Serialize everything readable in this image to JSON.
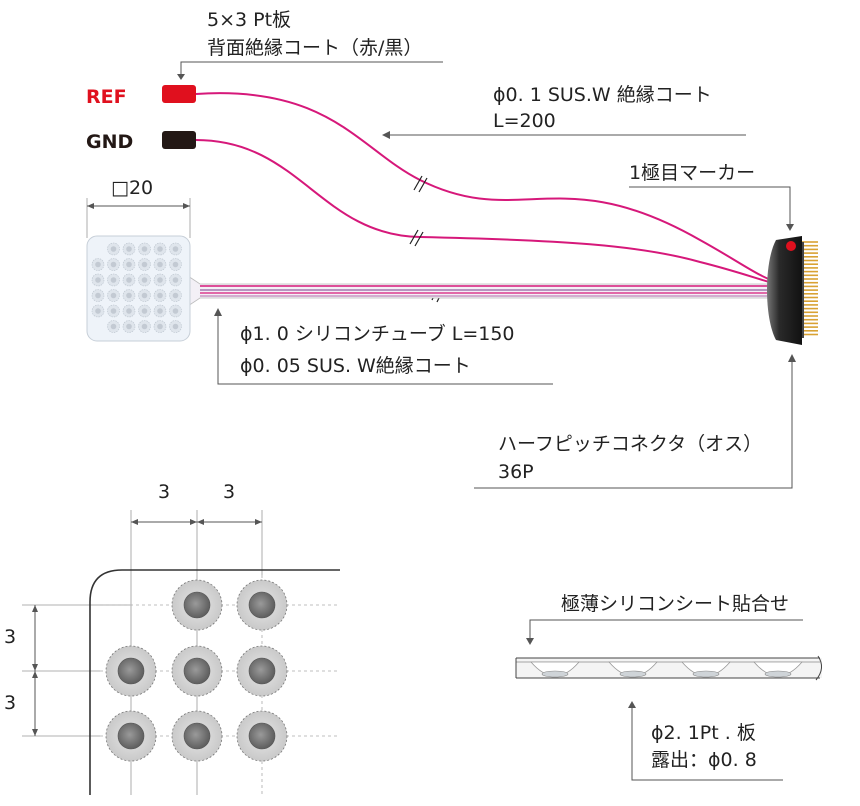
{
  "colors": {
    "wire": "#d6187a",
    "ref_plug": "#e0101e",
    "gnd_plug": "#231815",
    "ref_text": "#e0101e",
    "gnd_text": "#231815",
    "connector_body": "#1e1e1e",
    "marker": "#e0101e",
    "pins": "#d9a233"
  },
  "labels": {
    "plate": "5×3 Pt板",
    "plate_coating": "背面絶縁コート（赤/黒）",
    "ref": "REF",
    "gnd": "GND",
    "wire_spec": "ϕ0. 1 SUS.W 絶縁コート",
    "wire_length": "L=200",
    "pad_size": "□20",
    "marker": "1極目マーカー",
    "tube_spec": "ϕ1. 0 シリコンチューブ L=150",
    "tube_wire": "ϕ0. 05 SUS. W絶縁コート",
    "connector": "ハーフピッチコネクタ（オス）",
    "connector_pins": "36P",
    "pitch_x1": "3",
    "pitch_x2": "3",
    "pitch_y1": "3",
    "pitch_y2": "3",
    "sheet": "極薄シリコンシート貼合せ",
    "exposure_plate": "ϕ2. 1Pt . 板",
    "exposure_size": "露出：ϕ0. 8"
  }
}
